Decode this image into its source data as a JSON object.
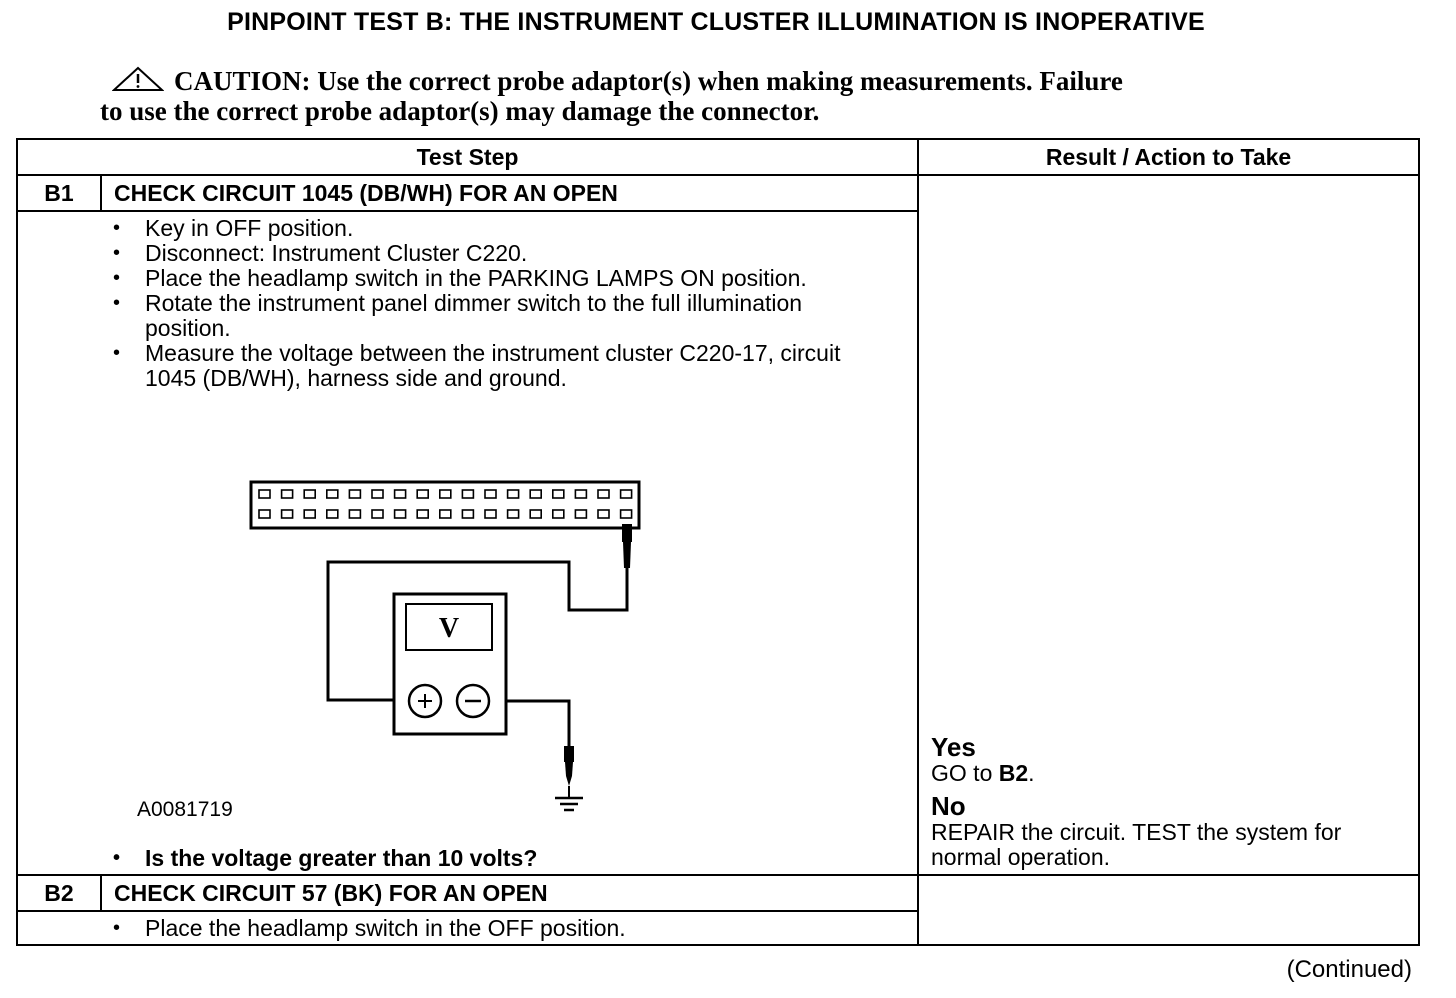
{
  "title": "PINPOINT TEST  B: THE INSTRUMENT CLUSTER ILLUMINATION IS INOPERATIVE",
  "caution": {
    "icon": "warning-triangle-icon",
    "line1": "CAUTION: Use the correct probe adaptor(s) when making measurements. Failure",
    "line2": "to use the correct probe adaptor(s) may damage the connector."
  },
  "table": {
    "headers": {
      "test_step": "Test Step",
      "result": "Result / Action to Take"
    },
    "b1": {
      "id": "B1",
      "heading": "CHECK CIRCUIT 1045 (DB/WH) FOR AN OPEN",
      "steps": [
        "Key in OFF position.",
        "Disconnect: Instrument Cluster C220.",
        "Place the headlamp switch in the PARKING LAMPS ON position.",
        "Rotate the instrument panel dimmer switch to the full illumination position.",
        "Measure the voltage between the instrument cluster C220-17, circuit 1045 (DB/WH), harness side and ground."
      ],
      "figure_id": "A0081719",
      "meter_symbol": "V",
      "question": "Is the voltage greater than 10 volts?",
      "result": {
        "yes_label": "Yes",
        "yes_prefix": "GO to ",
        "yes_target": "B2",
        "yes_suffix": ".",
        "no_label": "No",
        "no_action": "REPAIR the circuit. TEST the system for normal operation."
      }
    },
    "b2": {
      "id": "B2",
      "heading": "CHECK CIRCUIT 57 (BK) FOR AN OPEN",
      "steps": [
        "Place the headlamp switch in the OFF position."
      ]
    }
  },
  "footer": {
    "continued": "(Continued)"
  }
}
